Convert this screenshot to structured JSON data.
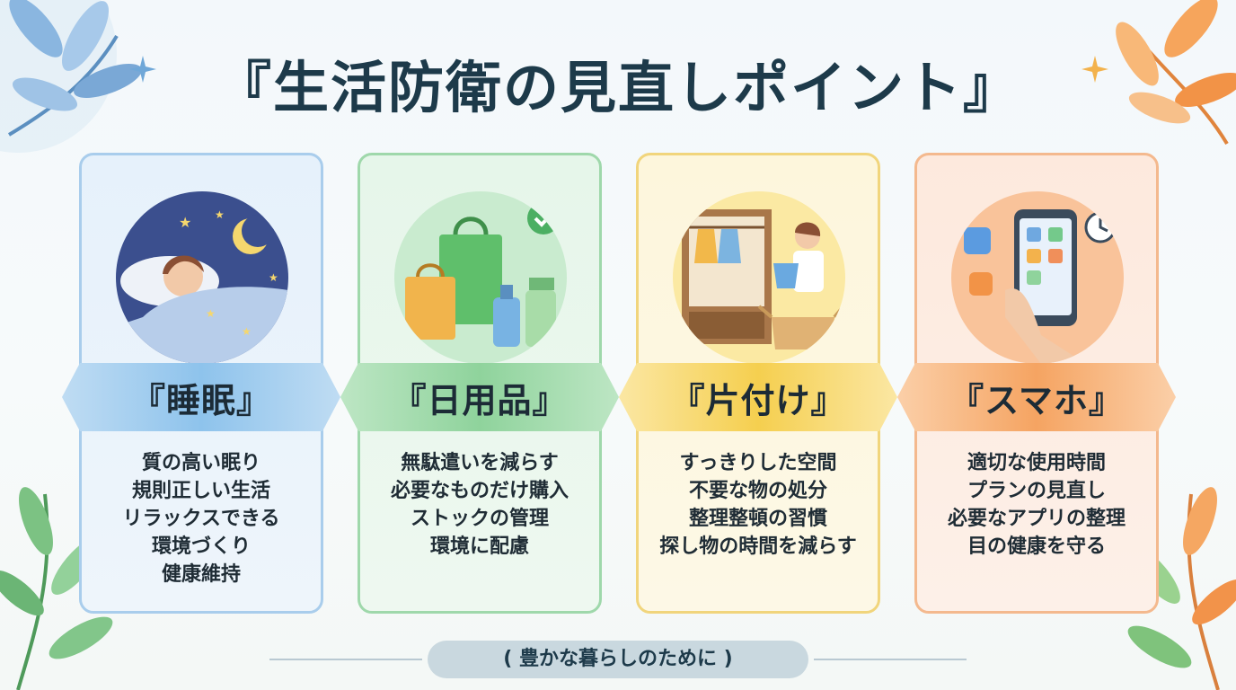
{
  "title": "『生活防衛の見直しポイント』",
  "cards": [
    {
      "heading": "『睡眠』",
      "icon": "sleeping-person-icon",
      "accent": "#7fb8e6",
      "points": [
        "質の高い眠り",
        "規則正しい生活",
        "リラックスできる",
        "環境づくり",
        "健康維持"
      ]
    },
    {
      "heading": "『日用品』",
      "icon": "shopping-supplies-icon",
      "accent": "#74c98b",
      "points": [
        "無駄遣いを減らす",
        "必要なものだけ購入",
        "ストックの管理",
        "環境に配慮"
      ]
    },
    {
      "heading": "『片付け』",
      "icon": "closet-tidying-icon",
      "accent": "#f3cc4f",
      "points": [
        "すっきりした空間",
        "不要な物の処分",
        "整理整頓の習慣",
        "探し物の時間を減らす"
      ]
    },
    {
      "heading": "『スマホ』",
      "icon": "smartphone-apps-icon",
      "accent": "#f2a05a",
      "points": [
        "適切な使用時間",
        "プランの見直し",
        "必要なアプリの整理",
        "目の健康を守る"
      ]
    }
  ],
  "footer": "( 豊かな暮らしのために )"
}
